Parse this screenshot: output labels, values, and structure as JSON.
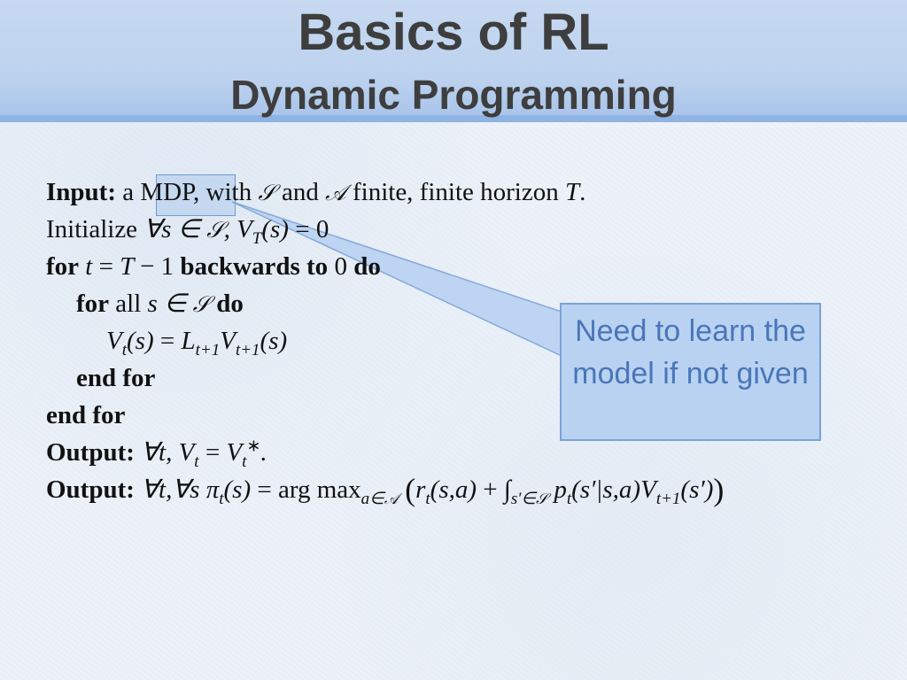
{
  "slide": {
    "title": "Basics of RL",
    "subtitle": "Dynamic Programming",
    "callout": "Need to learn the model if not given"
  },
  "algorithm": {
    "input_label": "Input:",
    "input_a": "a",
    "input_mdp": "MDP,",
    "input_with": "with",
    "input_and": "and",
    "input_rest": "finite, finite horizon",
    "input_T": "T",
    "input_end": ".",
    "initialize": "Initialize",
    "for_kw": "for",
    "backwards_kw": "backwards to",
    "zero": "0",
    "do_kw": "do",
    "all_text": "all",
    "end_for": "end for",
    "output_label": "Output:",
    "output2_label": "Output:",
    "argmax": "arg max"
  },
  "colors": {
    "header_band": "#bcd2ee",
    "header_border": "#8fb3e3",
    "title_text": "#3e3e3e",
    "callout_fill": "#b9d2f2",
    "callout_border": "#7aa3d6",
    "callout_text": "#4a76b8"
  }
}
